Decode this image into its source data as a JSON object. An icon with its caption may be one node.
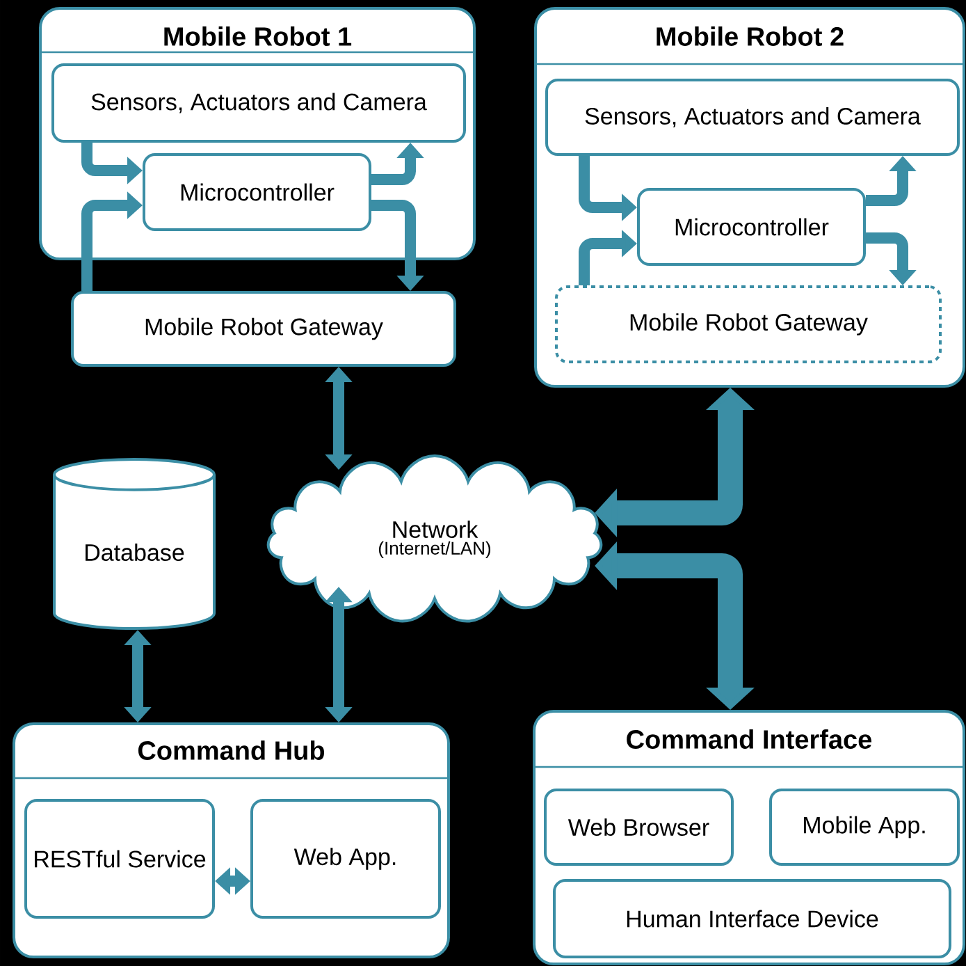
{
  "diagram": {
    "nodes": [
      {
        "text": [
          "Mobile Robot 1"
        ]
      },
      {
        "text": [
          "Sensors, Actuators and Camera"
        ],
        "in": 0
      },
      {
        "text": [
          "Microcontroller"
        ],
        "in": 0
      },
      {
        "text": [
          "Mobile Robot Gateway"
        ]
      },
      {
        "text": [
          "Mobile Robot 2"
        ]
      },
      {
        "text": [
          "Sensors, Actuators and Camera"
        ],
        "in": 4
      },
      {
        "text": [
          "Microcontroller"
        ],
        "in": 4
      },
      {
        "text": [
          "Mobile Robot Gateway"
        ],
        "in": 4
      },
      {
        "text": [
          "Database"
        ]
      },
      {
        "text": [
          "Network",
          "(Internet/LAN)"
        ]
      },
      {
        "text": [
          "Command Hub"
        ]
      },
      {
        "text": [
          "RESTful Service"
        ],
        "in": 10
      },
      {
        "text": [
          "Web App."
        ],
        "in": 10
      },
      {
        "text": [
          "Command Interface"
        ]
      },
      {
        "text": [
          "Web Browser"
        ],
        "in": 13
      },
      {
        "text": [
          "Mobile App."
        ],
        "in": 13
      },
      {
        "text": [
          "Human Interface Device"
        ],
        "in": 13
      }
    ],
    "edges": [
      {
        "from": 1,
        "to": 2,
        "arrow": "to"
      },
      {
        "from": 3,
        "to": 2,
        "arrow": "to"
      },
      {
        "from": 2,
        "to": 1,
        "arrow": "to"
      },
      {
        "from": 2,
        "to": 3,
        "arrow": "to"
      },
      {
        "from": 5,
        "to": 6,
        "arrow": "to"
      },
      {
        "from": 7,
        "to": 6,
        "arrow": "to"
      },
      {
        "from": 6,
        "to": 5,
        "arrow": "to"
      },
      {
        "from": 6,
        "to": 7,
        "arrow": "to"
      },
      {
        "from": 3,
        "to": 9,
        "arrow": "both"
      },
      {
        "from": 8,
        "to": 10,
        "arrow": "both"
      },
      {
        "from": 9,
        "to": 10,
        "arrow": "both"
      },
      {
        "from": 11,
        "to": 12,
        "arrow": "both"
      },
      {
        "from": 9,
        "to": 4,
        "arrow": "both",
        "style": "thick"
      },
      {
        "from": 9,
        "to": 13,
        "arrow": "both",
        "style": "thick"
      }
    ]
  }
}
